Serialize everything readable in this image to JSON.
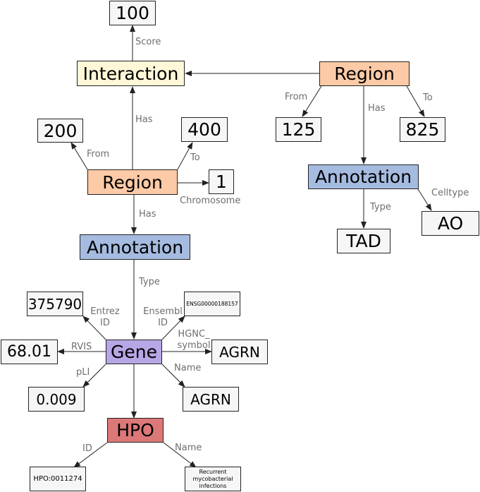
{
  "colors": {
    "interaction": "#fff8d8",
    "region": "#fccaa6",
    "annotation": "#a6bbe0",
    "gene": "#b8a6e6",
    "hpo": "#dc7878",
    "value": "#f6f6f6"
  },
  "nodes": {
    "score_value": "100",
    "interaction": "Interaction",
    "region_right": "Region",
    "region_right_from": "125",
    "region_right_to": "825",
    "annotation_right": "Annotation",
    "tad": "TAD",
    "ao": "AO",
    "region_left": "Region",
    "region_left_from": "200",
    "region_left_to": "400",
    "chromosome_value": "1",
    "annotation_left": "Annotation",
    "gene": "Gene",
    "entrez_value": "375790",
    "ensembl_value": "ENSG00000188157",
    "rvis_value": "68.01",
    "hgnc_value": "AGRN",
    "pli_value": "0.009",
    "name_value": "AGRN",
    "hpo": "HPO",
    "hpo_id_value": "HPO:0011274",
    "hpo_name_value": "Recurrent mycobacterial infections"
  },
  "edges": {
    "score": "Score",
    "region_right_from": "From",
    "region_right_has": "Has",
    "region_right_to": "To",
    "type_right": "Type",
    "celltype": "Celltype",
    "interaction_has": "Has",
    "region_left_from": "From",
    "region_left_to": "To",
    "chromosome": "Chromosome",
    "region_left_has": "Has",
    "type_left": "Type",
    "entrez": "Entrez ID",
    "ensembl": "Ensembl ID",
    "rvis": "RVIS",
    "hgnc": "HGNC_ symbol",
    "pli": "pLI",
    "name": "Name",
    "hpo_id": "ID",
    "hpo_name": "Name"
  }
}
